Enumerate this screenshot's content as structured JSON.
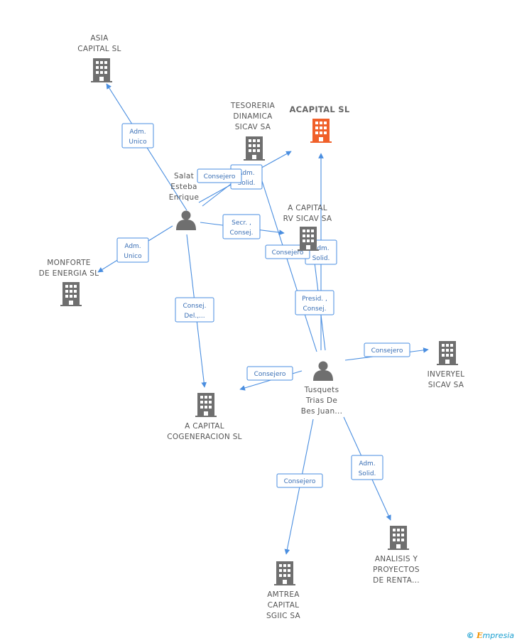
{
  "nodes": {
    "asia_capital": {
      "lines": [
        "ASIA",
        "CAPITAL SL"
      ]
    },
    "tesoreria": {
      "lines": [
        "TESORERIA",
        "DINAMICA",
        "SICAV SA"
      ]
    },
    "acapital_sl": {
      "lines": [
        "ACAPITAL SL"
      ]
    },
    "salat": {
      "lines": [
        "Salat",
        "Esteba",
        "Enrique"
      ]
    },
    "a_capital_rv": {
      "lines": [
        "A CAPITAL",
        "RV SICAV SA"
      ]
    },
    "monforte": {
      "lines": [
        "MONFORTE",
        "DE ENERGIA SL"
      ]
    },
    "inveryel": {
      "lines": [
        "INVERYEL",
        "SICAV SA"
      ]
    },
    "tusquets": {
      "lines": [
        "Tusquets",
        "Trias De",
        "Bes Juan..."
      ]
    },
    "a_capital_cogen": {
      "lines": [
        "A CAPITAL",
        "COGENERACION SL"
      ]
    },
    "analisis": {
      "lines": [
        "ANALISIS Y",
        "PROYECTOS",
        "DE RENTA..."
      ]
    },
    "amtrea": {
      "lines": [
        "AMTREA",
        "CAPITAL",
        "SGIIC SA"
      ]
    }
  },
  "edge_labels": {
    "salat_asia": [
      "Adm.",
      "Unico"
    ],
    "salat_consejero": [
      "Consejero"
    ],
    "salat_tesoreria": [
      "Adm.",
      "Solid."
    ],
    "salat_rv": [
      "Secr. ,",
      "Consej."
    ],
    "salat_monforte": [
      "Adm.",
      "Unico"
    ],
    "salat_cogen": [
      "Consej.",
      "Del.,..."
    ],
    "tusq_tesoreria": [
      "Consejero"
    ],
    "tusq_rv_adm": [
      "Adm.",
      "Solid."
    ],
    "tusq_acapital": [
      "Presid. ,",
      "Consej."
    ],
    "tusq_inveryel": [
      "Consejero"
    ],
    "tusq_cogen": [
      "Consejero"
    ],
    "tusq_analisis": [
      "Adm.",
      "Solid."
    ],
    "tusq_amtrea": [
      "Consejero"
    ]
  },
  "colors": {
    "edge": "#4a8ee0",
    "building": "#6f6f6f",
    "building_main": "#f0602a",
    "person": "#6f6f6f"
  },
  "brand": {
    "symbol": "©",
    "e": "E",
    "rest": "mpresia"
  }
}
